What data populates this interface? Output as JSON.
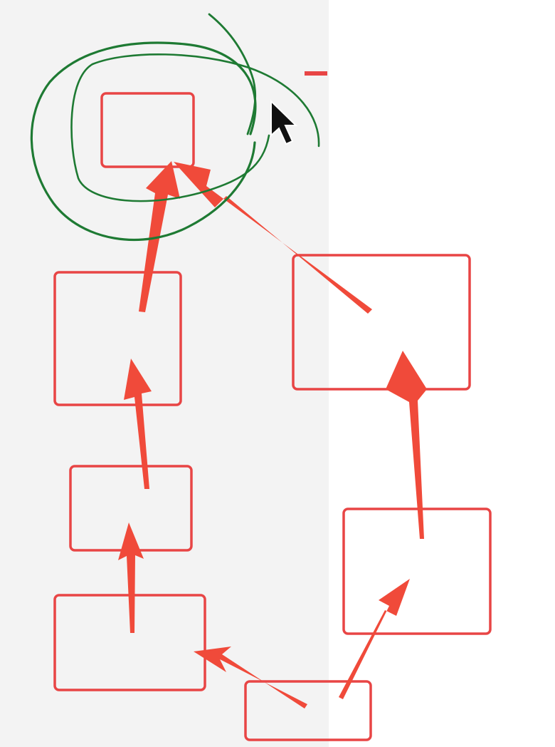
{
  "colors": {
    "background": "#ffffff",
    "panel": "#f3f3f3",
    "box_stroke": "#e84545",
    "arrow_fill": "#f04a3a",
    "circle_stroke": "#1e7a33",
    "cursor_fill": "#111111",
    "cursor_stroke": "#ffffff"
  },
  "diagram": {
    "nodes": [
      {
        "id": "top-target",
        "name": "node-top-target"
      },
      {
        "id": "left-upper",
        "name": "node-left-upper"
      },
      {
        "id": "left-middle",
        "name": "node-left-middle"
      },
      {
        "id": "left-lower",
        "name": "node-left-lower"
      },
      {
        "id": "bottom-center",
        "name": "node-bottom-center"
      },
      {
        "id": "right-lower",
        "name": "node-right-lower"
      },
      {
        "id": "right-upper",
        "name": "node-right-upper"
      }
    ],
    "edges": [
      {
        "from": "bottom-center",
        "to": "left-lower"
      },
      {
        "from": "bottom-center",
        "to": "right-lower"
      },
      {
        "from": "left-lower",
        "to": "left-middle"
      },
      {
        "from": "left-middle",
        "to": "left-upper"
      },
      {
        "from": "left-upper",
        "to": "top-target"
      },
      {
        "from": "right-lower",
        "to": "right-upper"
      },
      {
        "from": "right-upper",
        "to": "top-target"
      }
    ],
    "highlighted_node": "top-target",
    "annotation": "hand-drawn-green-circle"
  },
  "cursor": {
    "icon": "mouse-pointer-icon"
  }
}
